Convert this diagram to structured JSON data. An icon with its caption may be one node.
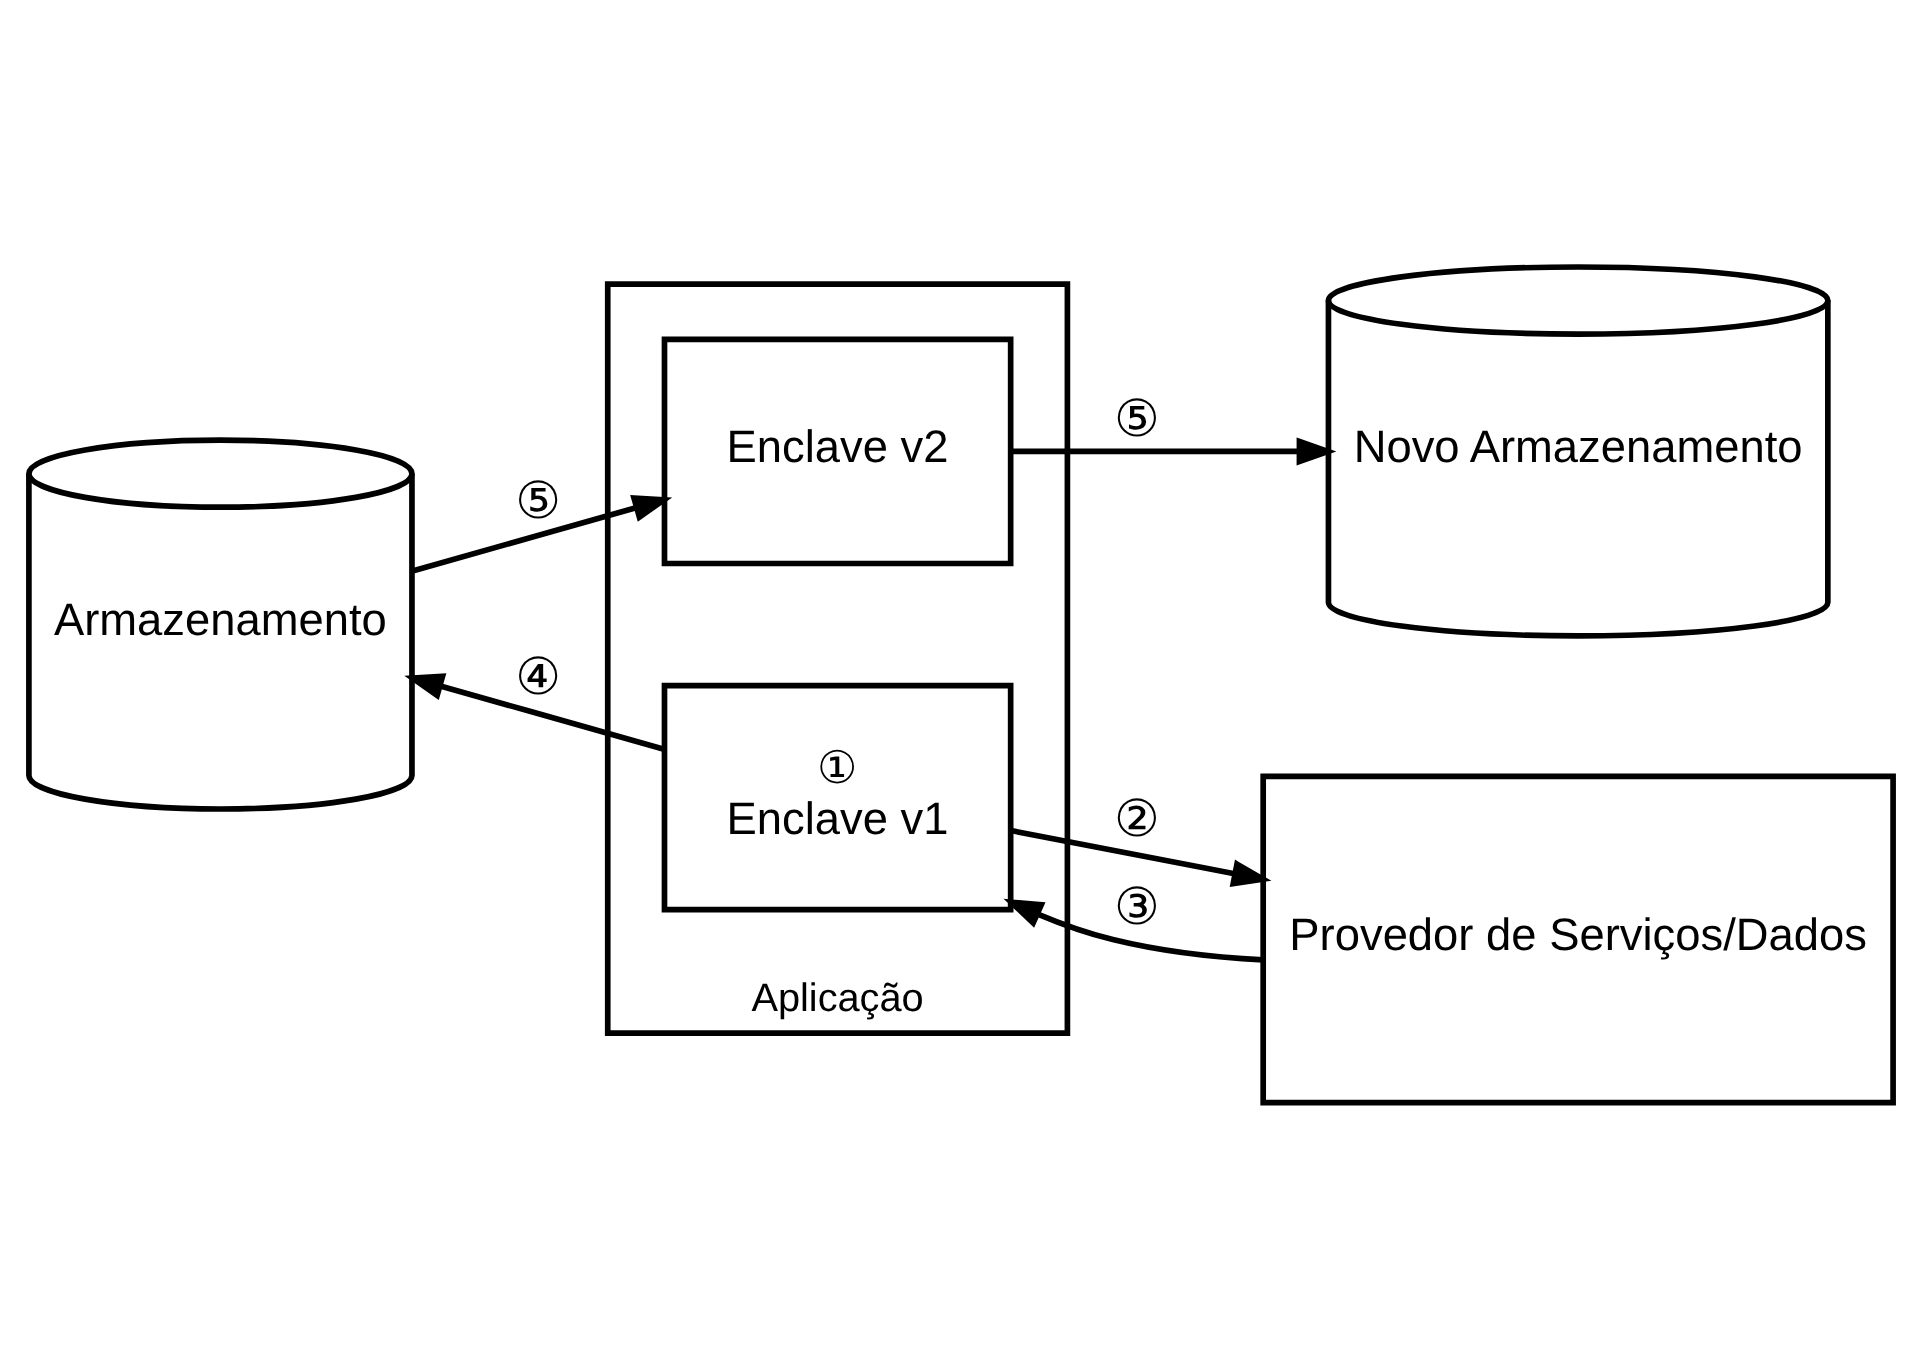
{
  "diagram": {
    "nodes": [
      {
        "text": [
          "Armazenamento"
        ]
      },
      {
        "text": [
          "Aplicação"
        ]
      },
      {
        "text": [
          "①",
          "Enclave v1"
        ],
        "in": 1
      },
      {
        "text": [
          "Enclave v2"
        ],
        "in": 1
      },
      {
        "text": [
          "Provedor de Serviços/Dados"
        ]
      },
      {
        "text": [
          "Novo Armazenamento"
        ]
      }
    ],
    "edges": [
      {
        "from": 2,
        "to": 0,
        "arrow": "to",
        "label": "④"
      },
      {
        "from": 2,
        "to": 4,
        "arrow": "to",
        "label": "②"
      },
      {
        "from": 4,
        "to": 2,
        "arrow": "to",
        "label": "③"
      },
      {
        "from": 0,
        "to": 3,
        "arrow": "to",
        "label": "⑤"
      },
      {
        "from": 3,
        "to": 5,
        "arrow": "to",
        "label": "⑤"
      }
    ]
  }
}
